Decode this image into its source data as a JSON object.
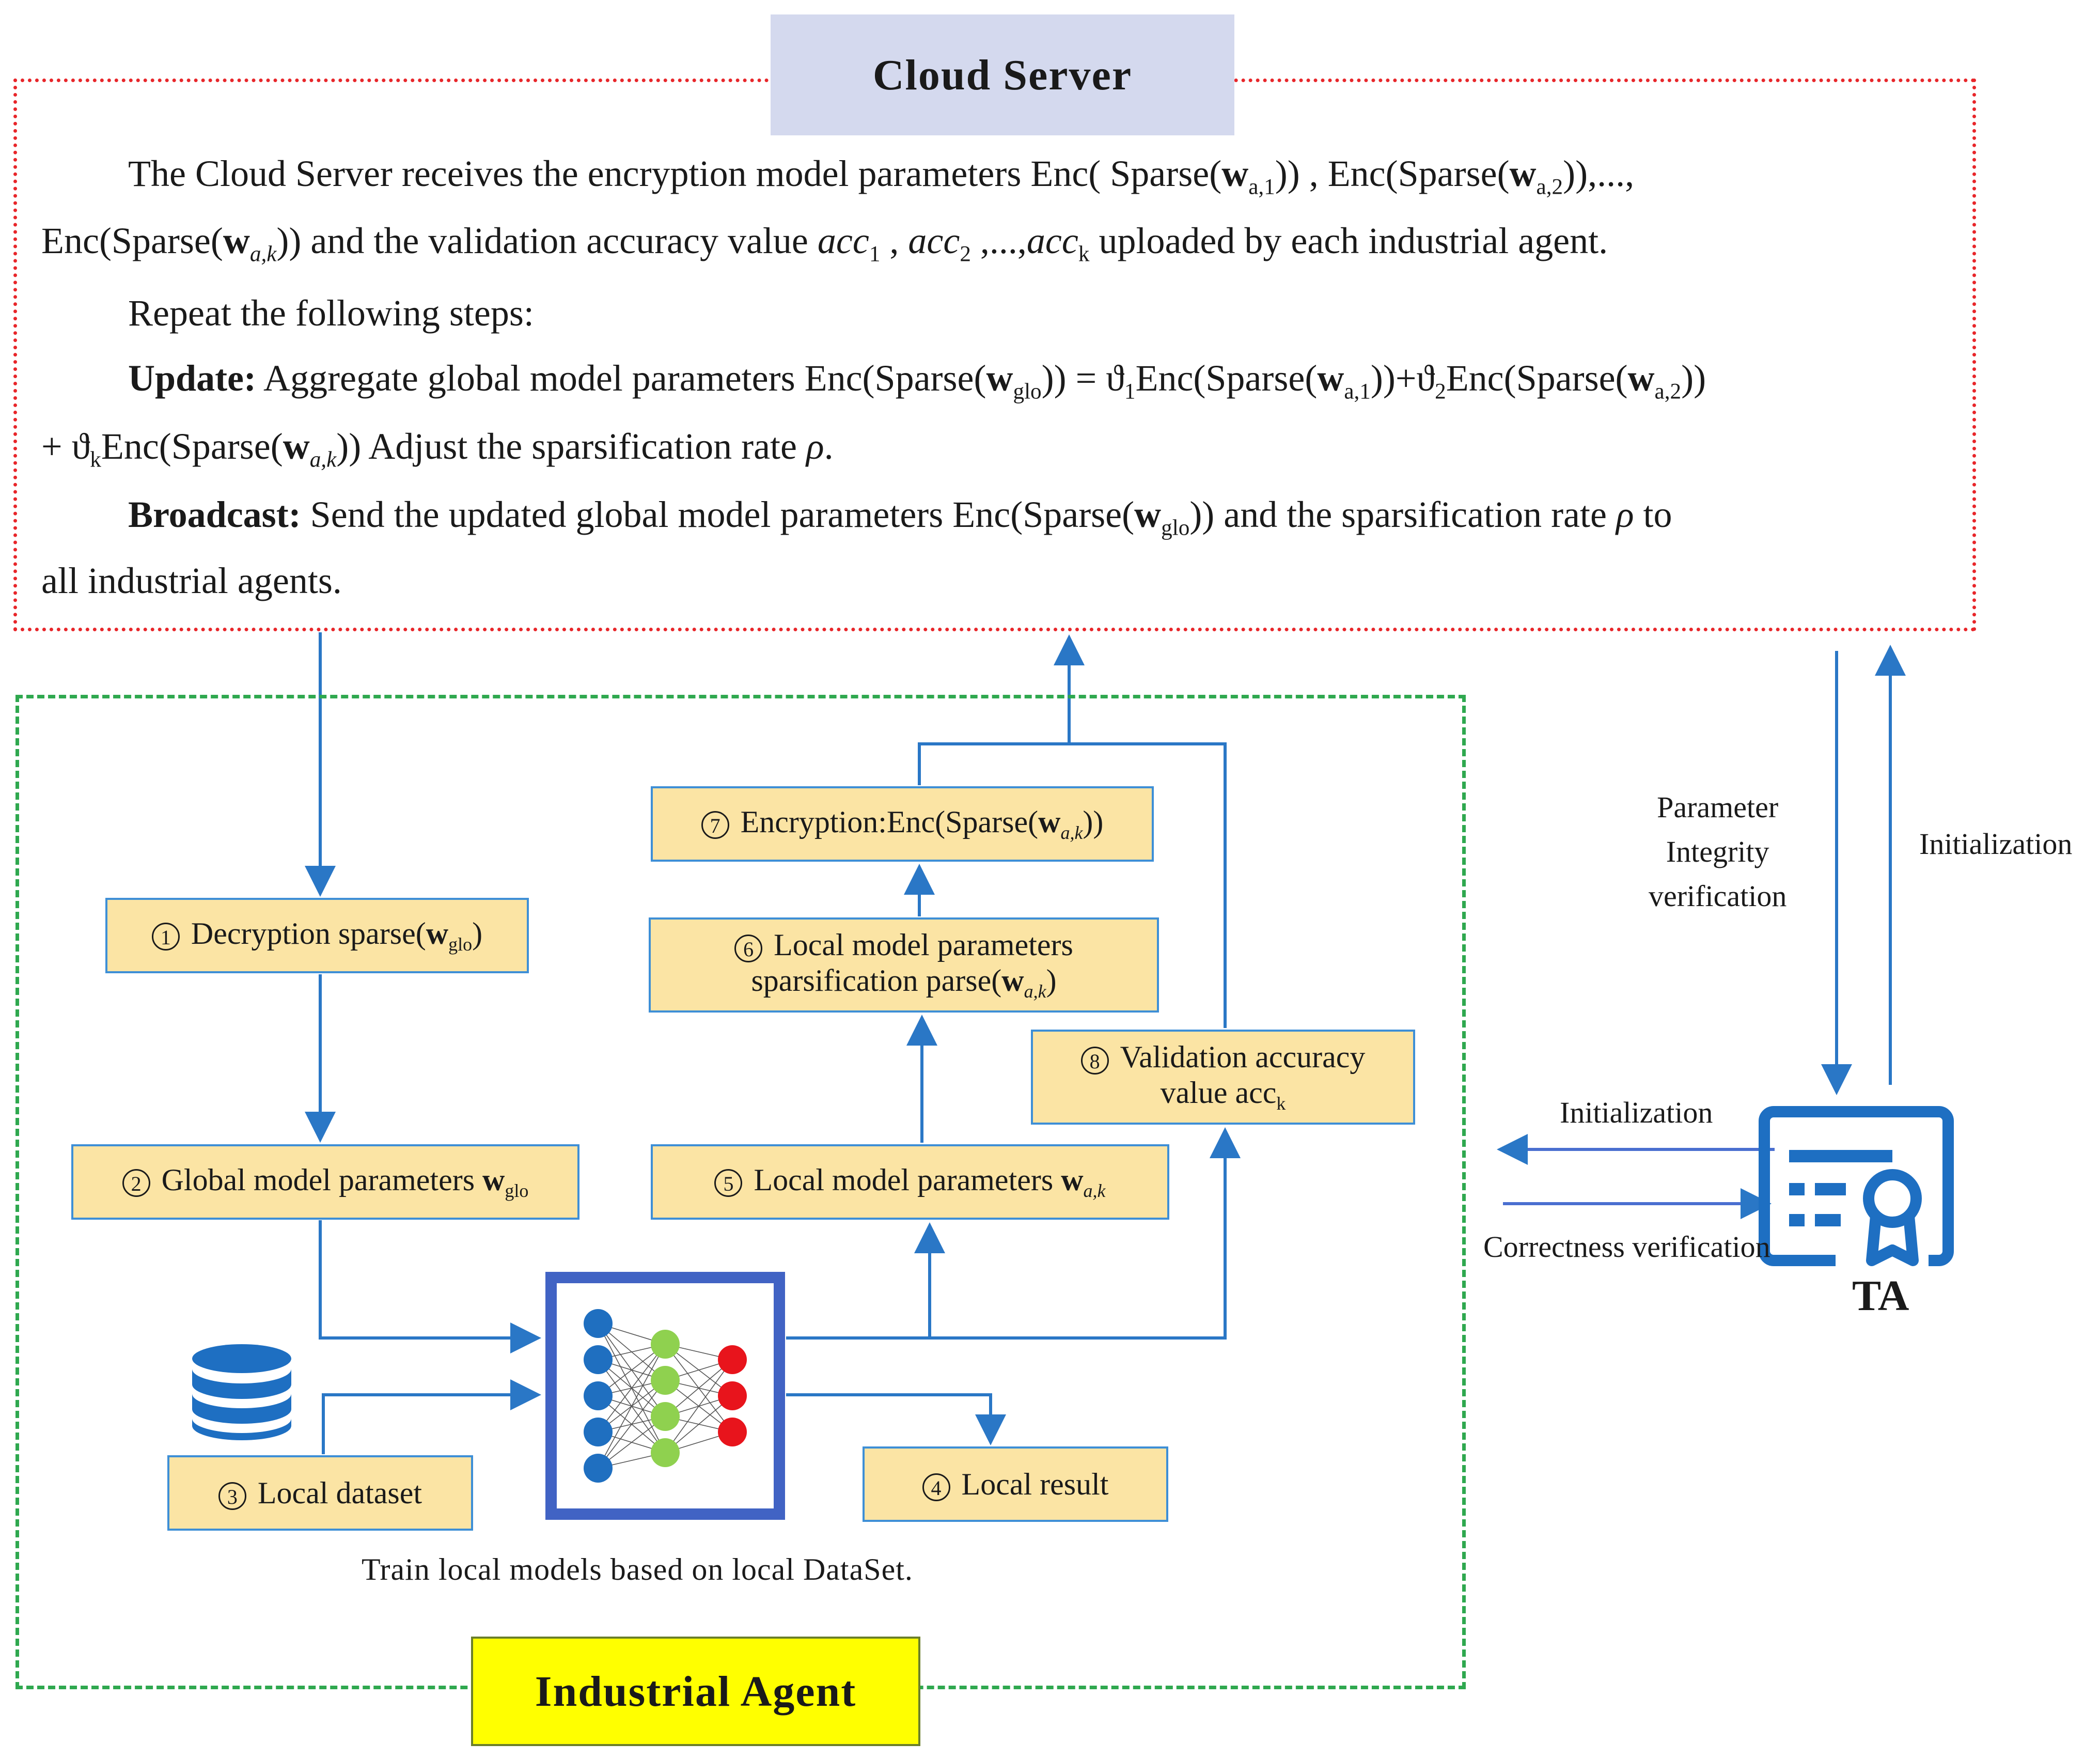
{
  "cloud_server": {
    "title": "Cloud Server",
    "line1a": "The Cloud Server receives the encryption model  parameters Enc( Sparse(",
    "line1b": "w",
    "line1c": "a,1",
    "line1d": ")) , Enc(Sparse(",
    "line1e": "w",
    "line1f": "a,2",
    "line1g": ")),...,",
    "line2a": "Enc(Sparse(",
    "line2b": "w",
    "line2c": "a,k",
    "line2d": "))  and  the  validation accuracy value ",
    "line2e": "acc",
    "line2f": "1",
    "line2g": "  , ",
    "line2h": "acc",
    "line2i": "2",
    "line2j": "  ,...,",
    "line2k": "acc",
    "line2l": "k",
    "line2m": "  uploaded by each industrial agent.",
    "repeat": "Repeat the following steps:",
    "update_label": "Update:",
    "update_a": " Aggregate global model parameters Enc(Sparse(",
    "update_b": "w",
    "update_c": "glo",
    "update_d": "))  = ϑ",
    "update_e": "1",
    "update_f": "Enc(Sparse(",
    "update_g": "w",
    "update_h": "a,1",
    "update_i": "))+ϑ",
    "update_j": "2",
    "update_k": "Enc(Sparse(",
    "update_l": "w",
    "update_m": "a,2",
    "update_n": "))",
    "update2_a": "+  ϑ",
    "update2_b": "k",
    "update2_c": "Enc(Sparse(",
    "update2_d": "w",
    "update2_e": "a,k",
    "update2_f": ")) Adjust the sparsification rate ",
    "update2_g": "ρ",
    "update2_h": ".",
    "broadcast_label": "Broadcast:",
    "broadcast_a": "  Send the updated global model parameters  Enc(Sparse(",
    "broadcast_b": "w",
    "broadcast_c": "glo",
    "broadcast_d": "))  and the sparsification rate ",
    "broadcast_e": "ρ",
    "broadcast_f": "  to",
    "broadcast2": "all industrial agents."
  },
  "agent": {
    "title": "Industrial Agent",
    "caption": "Train  local  models  based  on  local  DataSet.",
    "steps": {
      "s1": {
        "num": "1",
        "text": "Decryption  sparse(",
        "bold": "w",
        "sub": "glo",
        "tail": ")"
      },
      "s2": {
        "num": "2",
        "text": "Global  model  parameters  ",
        "bold": "w",
        "sub": "glo"
      },
      "s3": {
        "num": "3",
        "text": "Local  dataset"
      },
      "s4": {
        "num": "4",
        "text": "Local  result"
      },
      "s5": {
        "num": "5",
        "text": "Local  model  parameters  ",
        "bold": "w",
        "sub": "a,k"
      },
      "s6": {
        "num": "6",
        "line1": "Local model parameters",
        "line2": "sparsification  parse(",
        "bold": "w",
        "sub": "a,k",
        "tail": ")"
      },
      "s7": {
        "num": "7",
        "text": "Encryption:Enc(Sparse(",
        "bold": "w",
        "sub": "a,k",
        "tail": "))"
      },
      "s8": {
        "num": "8",
        "line1": "Validation  accuracy",
        "line2": "value acc",
        "sub": "k"
      }
    }
  },
  "ta": {
    "label": "TA",
    "param_l1": "Parameter",
    "param_l2": "Integrity",
    "param_l3": "verification",
    "init_vertical": "Initialization",
    "init_horizontal": "Initialization",
    "correctness": "Correctness  verification"
  },
  "colors": {
    "cloud_border": "#e8262a",
    "cloud_title_bg": "#d4d9ee",
    "agent_border": "#2fa84f",
    "agent_title_bg": "#ffff00",
    "box_fill": "#fbe4a4",
    "box_border": "#3e8fd6",
    "arrow": "#2a77c6",
    "nn_frame": "#4163c4",
    "nn_input": "#1f6fc0",
    "nn_hidden": "#8fd14f",
    "nn_output": "#e8141c",
    "ta_icon": "#1e6fc2",
    "db_icon": "#1e6fc2"
  }
}
